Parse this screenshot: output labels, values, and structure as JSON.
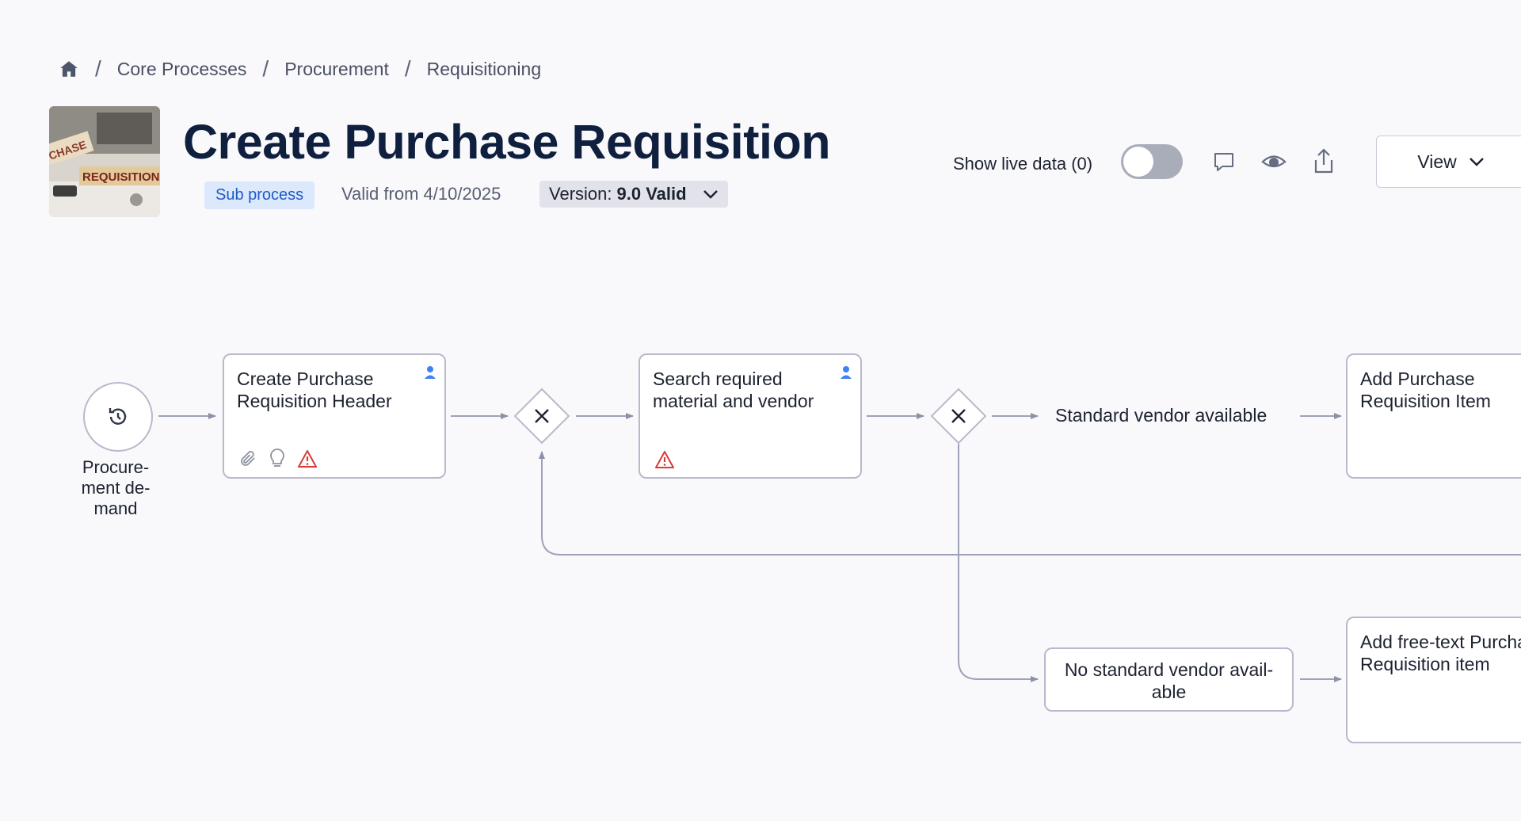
{
  "breadcrumb": {
    "home_icon": "home-icon",
    "items": [
      "Core Processes",
      "Procurement",
      "Requisitioning"
    ]
  },
  "header": {
    "title": "Create Purchase Requisition",
    "badge": "Sub process",
    "valid_from": "Valid from 4/10/2025",
    "version_prefix": "Version:",
    "version_value": "9.0 Valid",
    "show_live_label": "Show live data (0)",
    "live_data_enabled": false,
    "view_button": "View",
    "thumbnail_text_1": "CHASE",
    "thumbnail_text_2": "REQUISITION"
  },
  "diagram": {
    "start_event": {
      "label": "Procure-\nment de-\nmand",
      "icon": "history-icon"
    },
    "tasks": [
      {
        "label": "Create Purchase Requisition Header",
        "user": true,
        "icons": [
          "paperclip-icon",
          "lightbulb-icon",
          "warning-icon"
        ]
      },
      {
        "label": "Search required material and vendor",
        "user": true,
        "icons": [
          "warning-icon"
        ]
      },
      {
        "label": "Add Purchase Requisition Item",
        "user": false,
        "icons": []
      },
      {
        "label": "No standard vendor avail-\nable",
        "user": false,
        "icons": []
      },
      {
        "label": "Add free-text Purchase Requisition item",
        "user": false,
        "icons": []
      }
    ],
    "flow_labels": [
      "Standard vendor available"
    ]
  },
  "colors": {
    "accent": "#1e5bc6",
    "title": "#0f1f3e",
    "border": "#b7b9cc",
    "warning": "#d93a3a",
    "user_icon": "#3b82f6"
  }
}
